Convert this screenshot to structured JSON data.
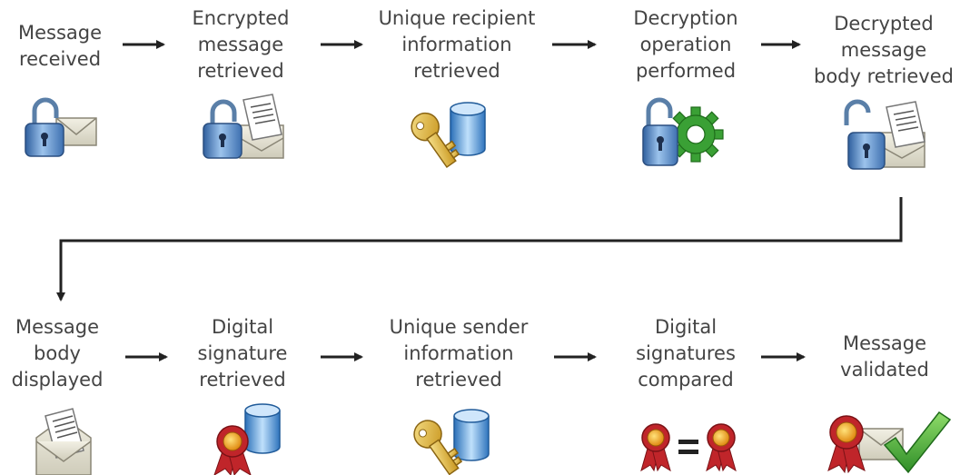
{
  "row1": {
    "steps": [
      {
        "label": "Message\nreceived",
        "icon": "padlock-envelope-icon"
      },
      {
        "label": "Encrypted\nmessage\nretrieved",
        "icon": "padlock-letter-icon"
      },
      {
        "label": "Unique recipient\ninformation\nretrieved",
        "icon": "key-database-icon"
      },
      {
        "label": "Decryption\noperation\nperformed",
        "icon": "padlock-gear-icon"
      },
      {
        "label": "Decrypted\nmessage\nbody retrieved",
        "icon": "open-padlock-letter-icon"
      }
    ]
  },
  "row2": {
    "steps": [
      {
        "label": "Message\nbody\ndisplayed",
        "icon": "open-envelope-letter-icon"
      },
      {
        "label": "Digital\nsignature\nretrieved",
        "icon": "ribbon-database-icon"
      },
      {
        "label": "Unique sender\ninformation\nretrieved",
        "icon": "key-database-icon"
      },
      {
        "label": "Digital\nsignatures\ncompared",
        "icon": "ribbon-equals-ribbon-icon"
      },
      {
        "label": "Message\nvalidated",
        "icon": "ribbon-envelope-checkmark-icon"
      }
    ]
  },
  "colors": {
    "text": "#444444",
    "arrow": "#222222",
    "lock_blue": "#6d9bd0",
    "key_gold": "#e0b63a",
    "gear_green": "#3aa035",
    "check_green": "#4cae3c",
    "ribbon_red": "#c0252a"
  }
}
